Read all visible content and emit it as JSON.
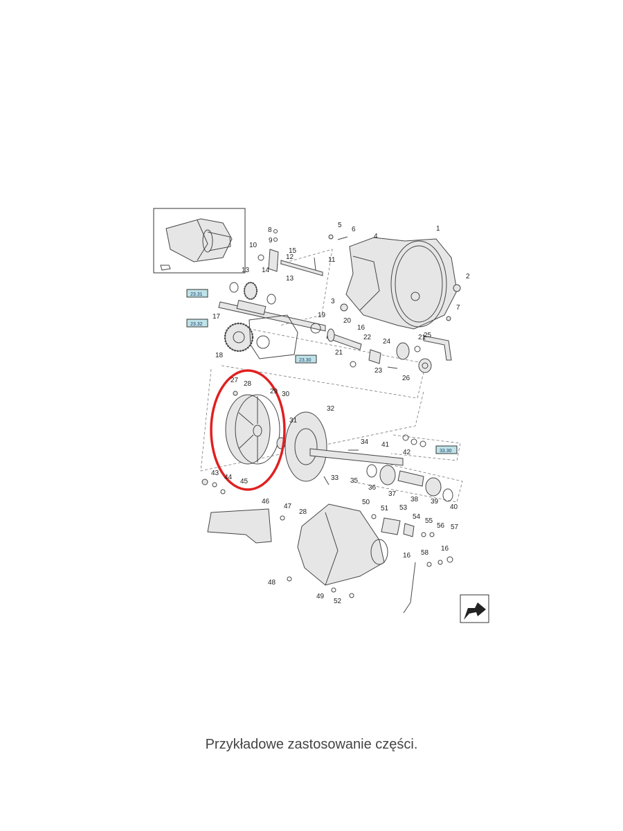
{
  "caption": "Przykładowe zastosowanie części.",
  "highlight_color": "#e02020",
  "ref_box_color": "#bfe3e8",
  "part_numbers": [
    "1",
    "2",
    "3",
    "4",
    "5",
    "6",
    "7",
    "8",
    "9",
    "10",
    "11",
    "12",
    "13",
    "13",
    "14",
    "15",
    "16",
    "16",
    "17",
    "18",
    "19",
    "20",
    "21",
    "21",
    "22",
    "23",
    "24",
    "25",
    "26",
    "27",
    "28",
    "29",
    "30",
    "31",
    "32",
    "33",
    "34",
    "35",
    "36",
    "37",
    "38",
    "39",
    "40",
    "41",
    "42",
    "43",
    "44",
    "45",
    "46",
    "47",
    "28",
    "48",
    "49",
    "50",
    "51",
    "52",
    "53",
    "54",
    "55",
    "56",
    "57",
    "16",
    "58"
  ],
  "reference_codes": [
    "23.31",
    "23.32",
    "23.30",
    "33.30"
  ],
  "icons": [
    "overview-thumbnail",
    "navigation-arrow-icon"
  ]
}
